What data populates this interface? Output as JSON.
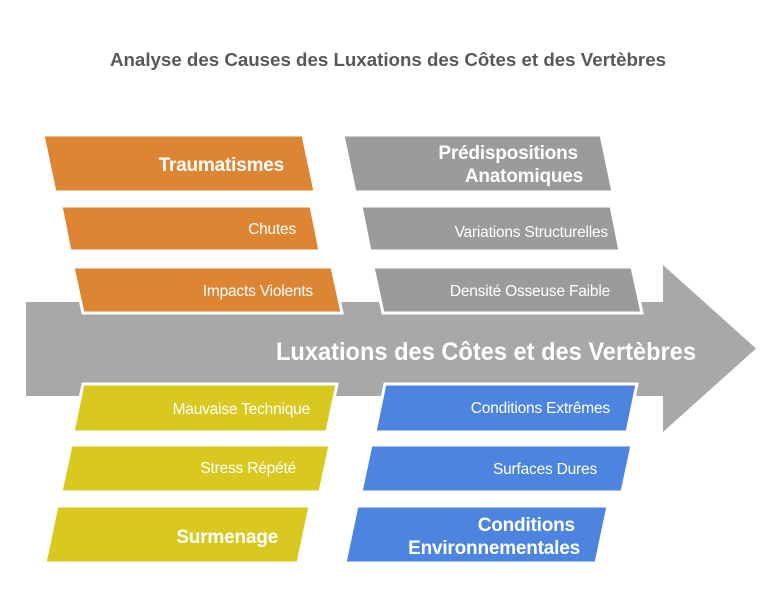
{
  "title": "Analyse des Causes des Luxations des Côtes et des Vertèbres",
  "colors": {
    "title_text": "#58585A",
    "arrow_gray": "#A8A8A8",
    "block_text": "#FFFFFF",
    "orange": "#DD8533",
    "gray_block": "#9B9B9B",
    "yellow": "#D9C81F",
    "blue": "#4C84E0"
  },
  "center_arrow": {
    "label": "Luxations des Côtes et des Vertèbres"
  },
  "groups": [
    {
      "id": "traumatismes",
      "position": "top-left",
      "color": "#DD8533",
      "header_lines": [
        "Traumatismes"
      ],
      "items": [
        "Chutes",
        "Impacts Violents"
      ]
    },
    {
      "id": "predispositions-anatomiques",
      "position": "top-right",
      "color": "#9B9B9B",
      "header_lines": [
        "Prédispositions",
        "Anatomiques"
      ],
      "items": [
        "Variations Structurelles",
        "Densité Osseuse Faible"
      ]
    },
    {
      "id": "surmenage",
      "position": "bottom-left",
      "color": "#D9C81F",
      "header_lines": [
        "Surmenage"
      ],
      "items": [
        "Mauvaise Technique",
        "Stress Répété"
      ]
    },
    {
      "id": "conditions-environnementales",
      "position": "bottom-right",
      "color": "#4C84E0",
      "header_lines": [
        "Conditions",
        "Environnementales"
      ],
      "items": [
        "Conditions Extrêmes",
        "Surfaces Dures"
      ]
    }
  ]
}
